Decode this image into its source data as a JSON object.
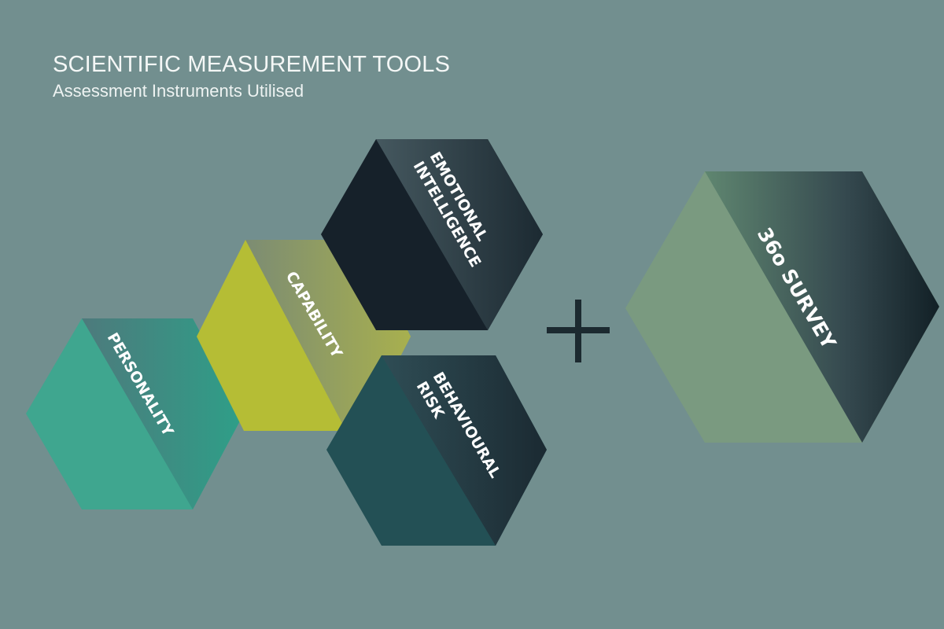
{
  "header": {
    "title": "SCIENTIFIC MEASUREMENT TOOLS",
    "subtitle": "Assessment Instruments Utilised"
  },
  "tools": {
    "personality": {
      "label": "PERSONALITY",
      "color": "#3fa68f"
    },
    "capability": {
      "label": "CAPABILITY",
      "color": "#b5bd35"
    },
    "emotional_intelligence": {
      "line1": "EMOTIONAL",
      "line2": "INTELLIGENCE",
      "color": "#16212a"
    },
    "behavioural_risk": {
      "line1": "BEHAVIOURAL",
      "line2": "RISK",
      "color": "#235055"
    }
  },
  "plus": {
    "icon": "plus-icon",
    "color": "#1c2a30"
  },
  "survey": {
    "label": "36o SURVEY",
    "color": "#7a9a80"
  }
}
